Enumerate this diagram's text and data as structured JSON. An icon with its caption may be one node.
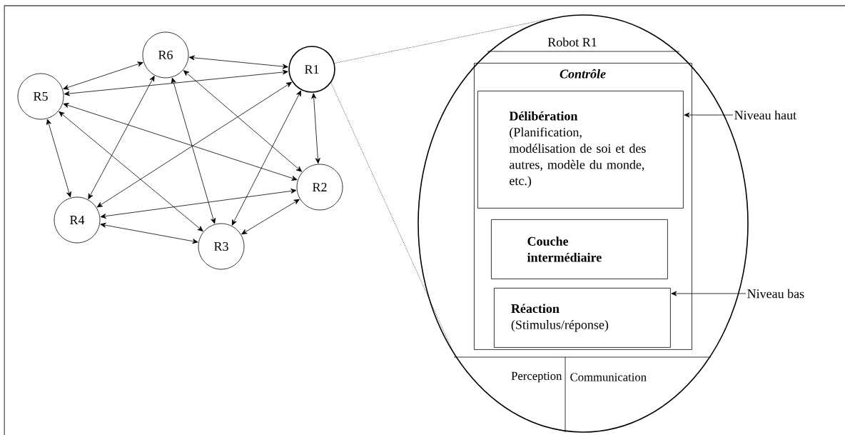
{
  "diagram": {
    "nodes": [
      {
        "text": [
          "R6"
        ]
      },
      {
        "text": [
          "R1"
        ]
      },
      {
        "text": [
          "R5"
        ]
      },
      {
        "text": [
          "R2"
        ]
      },
      {
        "text": [
          "R4"
        ]
      },
      {
        "text": [
          "R3"
        ]
      },
      {
        "text": [
          "Robot R1"
        ]
      },
      {
        "text": [
          "Contrôle"
        ],
        "in": 6
      },
      {
        "text": [
          "Délibération",
          "(Planification, modélisation de soi et des autres, modèle du monde, etc.)"
        ],
        "in": 7
      },
      {
        "text": [
          "Couche intermédiaire"
        ],
        "in": 7
      },
      {
        "text": [
          "Réaction",
          "(Stimulus/réponse)"
        ],
        "in": 7
      },
      {
        "text": [
          "Niveau haut"
        ]
      },
      {
        "text": [
          "Niveau bas"
        ]
      }
    ],
    "edges": [
      {
        "from": 0,
        "to": 1,
        "arrow": "both"
      },
      {
        "from": 0,
        "to": 2,
        "arrow": "both"
      },
      {
        "from": 0,
        "to": 4,
        "arrow": "both"
      },
      {
        "from": 0,
        "to": 5,
        "arrow": "both"
      },
      {
        "from": 0,
        "to": 3,
        "arrow": "both"
      },
      {
        "from": 1,
        "to": 2,
        "arrow": "both"
      },
      {
        "from": 1,
        "to": 4,
        "arrow": "both"
      },
      {
        "from": 1,
        "to": 5,
        "arrow": "both"
      },
      {
        "from": 1,
        "to": 3,
        "arrow": "both"
      },
      {
        "from": 2,
        "to": 4,
        "arrow": "both"
      },
      {
        "from": 2,
        "to": 5,
        "arrow": "both"
      },
      {
        "from": 2,
        "to": 3,
        "arrow": "both"
      },
      {
        "from": 4,
        "to": 3,
        "arrow": "both"
      },
      {
        "from": 4,
        "to": 5,
        "arrow": "both"
      },
      {
        "from": 5,
        "to": 3,
        "arrow": "both"
      },
      {
        "from": 1,
        "to": 6,
        "arrow": "none",
        "style": "dashed"
      },
      {
        "from": 1,
        "to": 6,
        "arrow": "none",
        "style": "dashed"
      },
      {
        "from": 11,
        "to": 8,
        "arrow": "to"
      },
      {
        "from": 12,
        "to": 10,
        "arrow": "to"
      }
    ],
    "labels": [
      "Perception",
      "Communication"
    ]
  }
}
